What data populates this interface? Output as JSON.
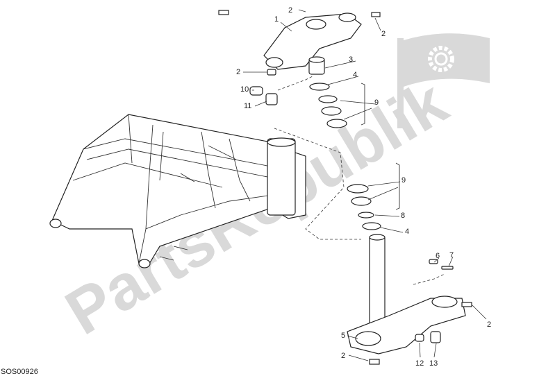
{
  "diagram": {
    "drawing_code": "SOS00926",
    "watermark": "PartsRepublik",
    "watermark_color": "#d9d9d9",
    "callouts": [
      {
        "id": "c1",
        "text": "1"
      },
      {
        "id": "c2a",
        "text": "2"
      },
      {
        "id": "c2b",
        "text": "2"
      },
      {
        "id": "c3",
        "text": "3"
      },
      {
        "id": "c4a",
        "text": "4"
      },
      {
        "id": "c2c",
        "text": "2"
      },
      {
        "id": "c10",
        "text": "10"
      },
      {
        "id": "c11",
        "text": "11"
      },
      {
        "id": "c9a",
        "text": "9"
      },
      {
        "id": "c9b",
        "text": "9"
      },
      {
        "id": "c8",
        "text": "8"
      },
      {
        "id": "c4b",
        "text": "4"
      },
      {
        "id": "c6",
        "text": "6"
      },
      {
        "id": "c7",
        "text": "7"
      },
      {
        "id": "c5",
        "text": "5"
      },
      {
        "id": "c2d",
        "text": "2"
      },
      {
        "id": "c2e",
        "text": "2"
      },
      {
        "id": "c12",
        "text": "12"
      },
      {
        "id": "c13",
        "text": "13"
      }
    ]
  }
}
